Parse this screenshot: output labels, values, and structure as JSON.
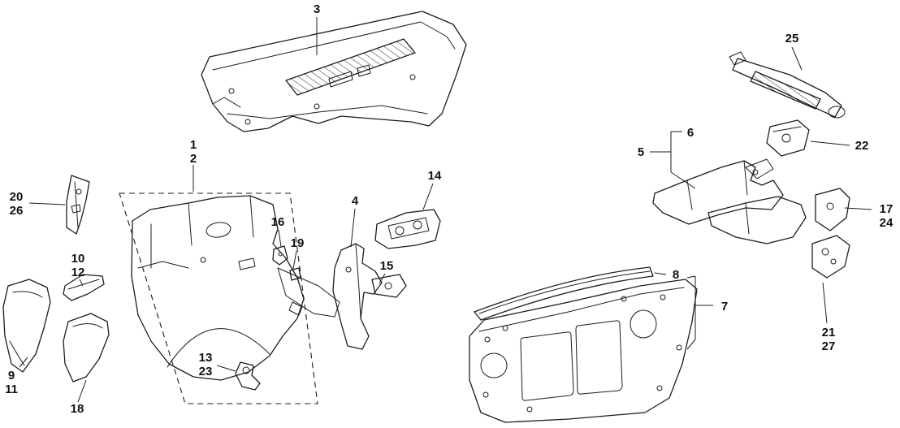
{
  "diagram": {
    "kind": "exploded-parts-diagram",
    "background_color": "#ffffff",
    "line_color": "#1c1c1c",
    "callouts": [
      "1",
      "2",
      "3",
      "4",
      "5",
      "6",
      "7",
      "8",
      "9",
      "10",
      "11",
      "12",
      "13",
      "14",
      "15",
      "16",
      "17",
      "18",
      "19",
      "20",
      "21",
      "22",
      "23",
      "24",
      "25",
      "26",
      "27"
    ],
    "stacked_label_groups": [
      [
        "1",
        "2"
      ],
      [
        "20",
        "26"
      ],
      [
        "10",
        "12"
      ],
      [
        "9",
        "11"
      ],
      [
        "13",
        "23"
      ],
      [
        "17",
        "24"
      ],
      [
        "21",
        "27"
      ]
    ]
  }
}
